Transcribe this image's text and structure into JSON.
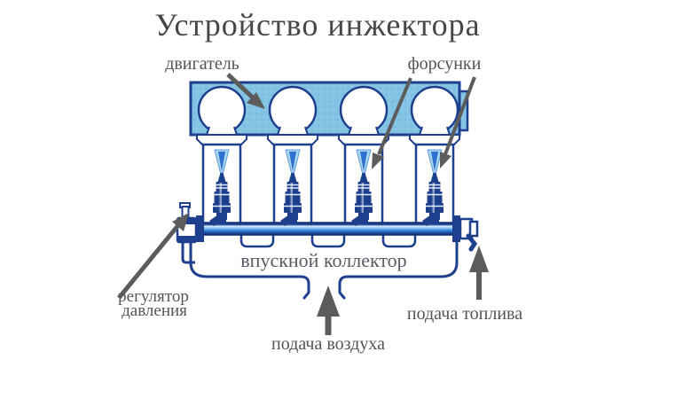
{
  "title": "Устройство инжектора",
  "labels": {
    "engine": "двигатель",
    "injectors": "форсунки",
    "intake_manifold": "впускной коллектор",
    "pressure_regulator_line1": "регулятор",
    "pressure_regulator_line2": "давления",
    "air_supply": "подача воздуха",
    "fuel_supply": "подача топлива"
  },
  "diagram": {
    "cylinder_count": 4,
    "injector_count": 4
  },
  "colors": {
    "background": "#ffffff",
    "outline_navy": "#1e3f8e",
    "engine_block_fill": "#84c3e3",
    "rail_blue": "#2e7fd6",
    "rail_highlight": "#d8eefc",
    "spray_light": "#aad6f2",
    "spray_core": "#2f6fd0",
    "arrow_gray": "#5c5c5c",
    "title_gray": "#474747",
    "label_gray": "#545454"
  }
}
